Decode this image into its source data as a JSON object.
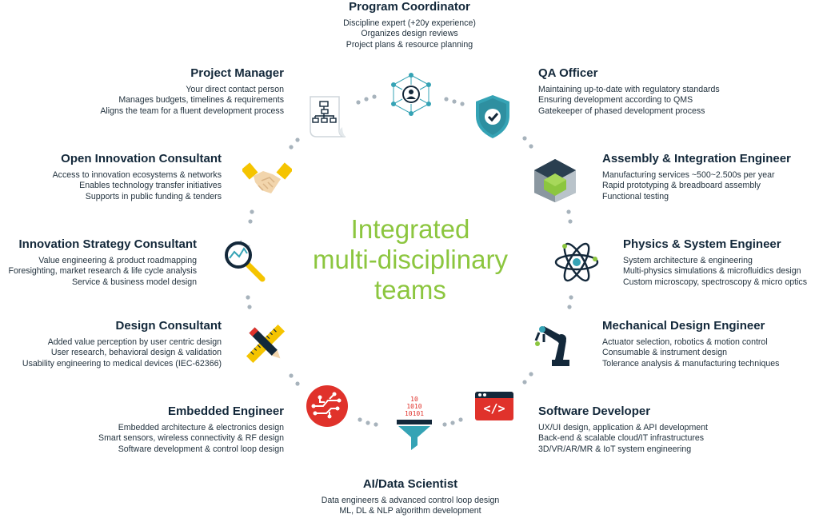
{
  "center_title": {
    "line1": "Integrated",
    "line2": "multi-disciplinary",
    "line3": "teams"
  },
  "colors": {
    "accent_green": "#8cc63f",
    "teal": "#35a3b5",
    "navy": "#13283a",
    "red": "#e0322b",
    "yellow": "#f5c400",
    "dots": "#a7b3bc"
  },
  "roles": {
    "program_coordinator": {
      "title": "Program Coordinator",
      "lines": [
        "Discipline expert (+20y experience)",
        "Organizes design reviews",
        "Project plans & resource planning"
      ],
      "icon": "network-person-icon"
    },
    "project_manager": {
      "title": "Project Manager",
      "lines": [
        "Your direct contact person",
        "Manages budgets, timelines & requirements",
        "Aligns the team for a fluent development process"
      ],
      "icon": "org-chart-document-icon"
    },
    "qa_officer": {
      "title": "QA Officer",
      "lines": [
        "Maintaining up-to-date with regulatory standards",
        "Ensuring development according to QMS",
        "Gatekeeper of phased development process"
      ],
      "icon": "shield-check-icon"
    },
    "open_innovation": {
      "title": "Open Innovation Consultant",
      "lines": [
        "Access to innovation ecosystems & networks",
        "Enables technology transfer initiatives",
        "Supports in public funding & tenders"
      ],
      "icon": "handshake-icon"
    },
    "assembly_integration": {
      "title": "Assembly & Integration Engineer",
      "lines": [
        "Manufacturing services ~500~2.500s per year",
        "Rapid prototyping & breadboard assembly",
        "Functional testing"
      ],
      "icon": "cube-icon"
    },
    "innovation_strategy": {
      "title": "Innovation Strategy Consultant",
      "lines": [
        "Value engineering & product roadmapping",
        "Foresighting, market research & life cycle analysis",
        "Service & business model design"
      ],
      "icon": "magnifier-icon"
    },
    "physics_system": {
      "title": "Physics & System Engineer",
      "lines": [
        "System architecture & engineering",
        "Multi-physics simulations & microfluidics design",
        "Custom microscopy, spectroscopy & micro optics"
      ],
      "icon": "atom-icon"
    },
    "design_consultant": {
      "title": "Design Consultant",
      "lines": [
        "Added value perception by user centric design",
        "User research, behavioral design & validation",
        "Usability engineering to medical devices (IEC-62366)"
      ],
      "icon": "ruler-pencil-icon"
    },
    "mechanical_design": {
      "title": "Mechanical Design Engineer",
      "lines": [
        "Actuator selection, robotics & motion control",
        "Consumable & instrument design",
        "Tolerance analysis & manufacturing techniques"
      ],
      "icon": "robot-arm-icon"
    },
    "embedded": {
      "title": "Embedded Engineer",
      "lines": [
        "Embedded architecture & electronics design",
        "Smart sensors, wireless connectivity & RF design",
        "Software development & control loop design"
      ],
      "icon": "circuit-icon"
    },
    "software": {
      "title": "Software Developer",
      "lines": [
        "UX/UI design, application & API development",
        "Back-end & scalable cloud/IT infrastructures",
        "3D/VR/AR/MR & IoT system engineering"
      ],
      "icon": "code-window-icon"
    },
    "ai_data": {
      "title": "AI/Data Scientist",
      "lines": [
        "Data engineers & advanced control loop design",
        "ML, DL & NLP algorithm development"
      ],
      "icon": "data-funnel-icon",
      "binary": [
        "10",
        "1010",
        "10101"
      ]
    },
    "software_icon_text": "</>"
  }
}
